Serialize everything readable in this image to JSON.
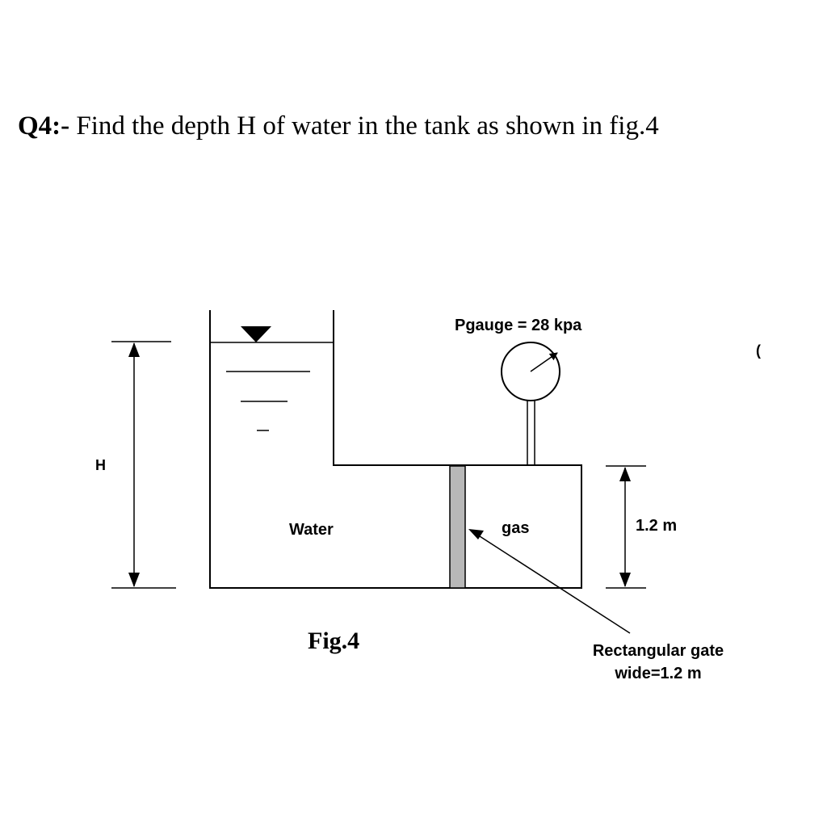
{
  "question": {
    "number": "Q4:-",
    "text": "Find the depth H of water in the tank as shown in fig.4"
  },
  "diagram": {
    "pressure_label": "Pgauge = 28 kpa",
    "water_label": "Water",
    "gas_label": "gas",
    "depth_label": "H",
    "gate_height_label": "1.2 m",
    "gate_label_line1": "Rectangular gate",
    "gate_label_line2": "wide=1.2 m",
    "figure_caption": "Fig.4",
    "stray_mark": "("
  },
  "colors": {
    "line": "#000000",
    "gate_fill": "#b8b8b8"
  }
}
